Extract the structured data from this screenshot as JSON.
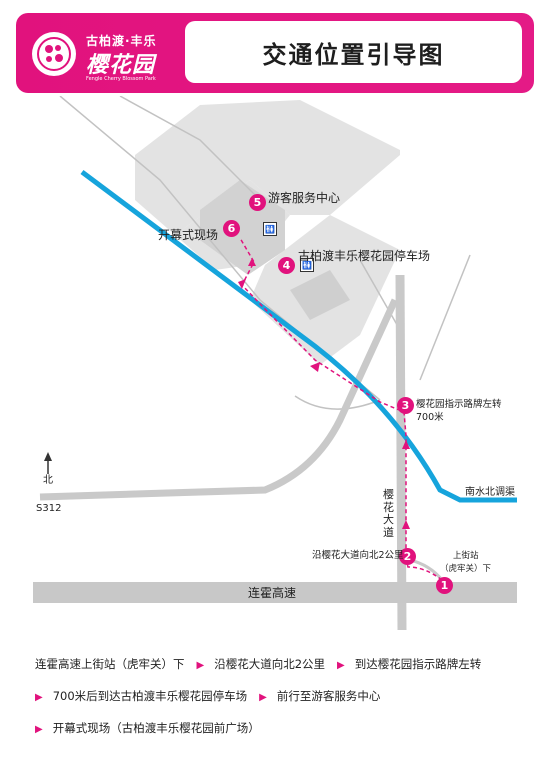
{
  "header": {
    "logo_line1": "古柏渡·丰乐",
    "logo_line2": "樱花园",
    "logo_sub": "Fengle Cherry Blossom Park",
    "title": "交通位置引导图"
  },
  "colors": {
    "accent": "#e1127d",
    "river": "#16a4dc",
    "road": "#b9b9b9",
    "block": "#e3e3e3"
  },
  "places": {
    "visitor_center": "游客服务中心",
    "opening_site": "开幕式现场",
    "parking": "古柏渡丰乐樱花园停车场",
    "sign_turn": "樱花园指示路牌左转",
    "distance": "700米",
    "north_2km": "沿樱花大道向北2公里",
    "exit_line1": "上街站",
    "exit_line2": "（虎牢关）下",
    "river": "南水北调渠",
    "highway": "连霍高速",
    "road_s312": "S312",
    "north": "北",
    "avenue": "樱花大道"
  },
  "markers": [
    "1",
    "2",
    "3",
    "4",
    "5",
    "6"
  ],
  "icons": {
    "restroom": "restroom-icon",
    "north": "north-arrow-icon",
    "step": "triangle-right-icon"
  },
  "legend": [
    "连霍高速上街站（虎牢关）下",
    "沿樱花大道向北2公里",
    "到达樱花园指示路牌左转",
    "700米后到达古柏渡丰乐樱花园停车场",
    "前行至游客服务中心",
    "开幕式现场（古柏渡丰乐樱花园前广场）"
  ]
}
